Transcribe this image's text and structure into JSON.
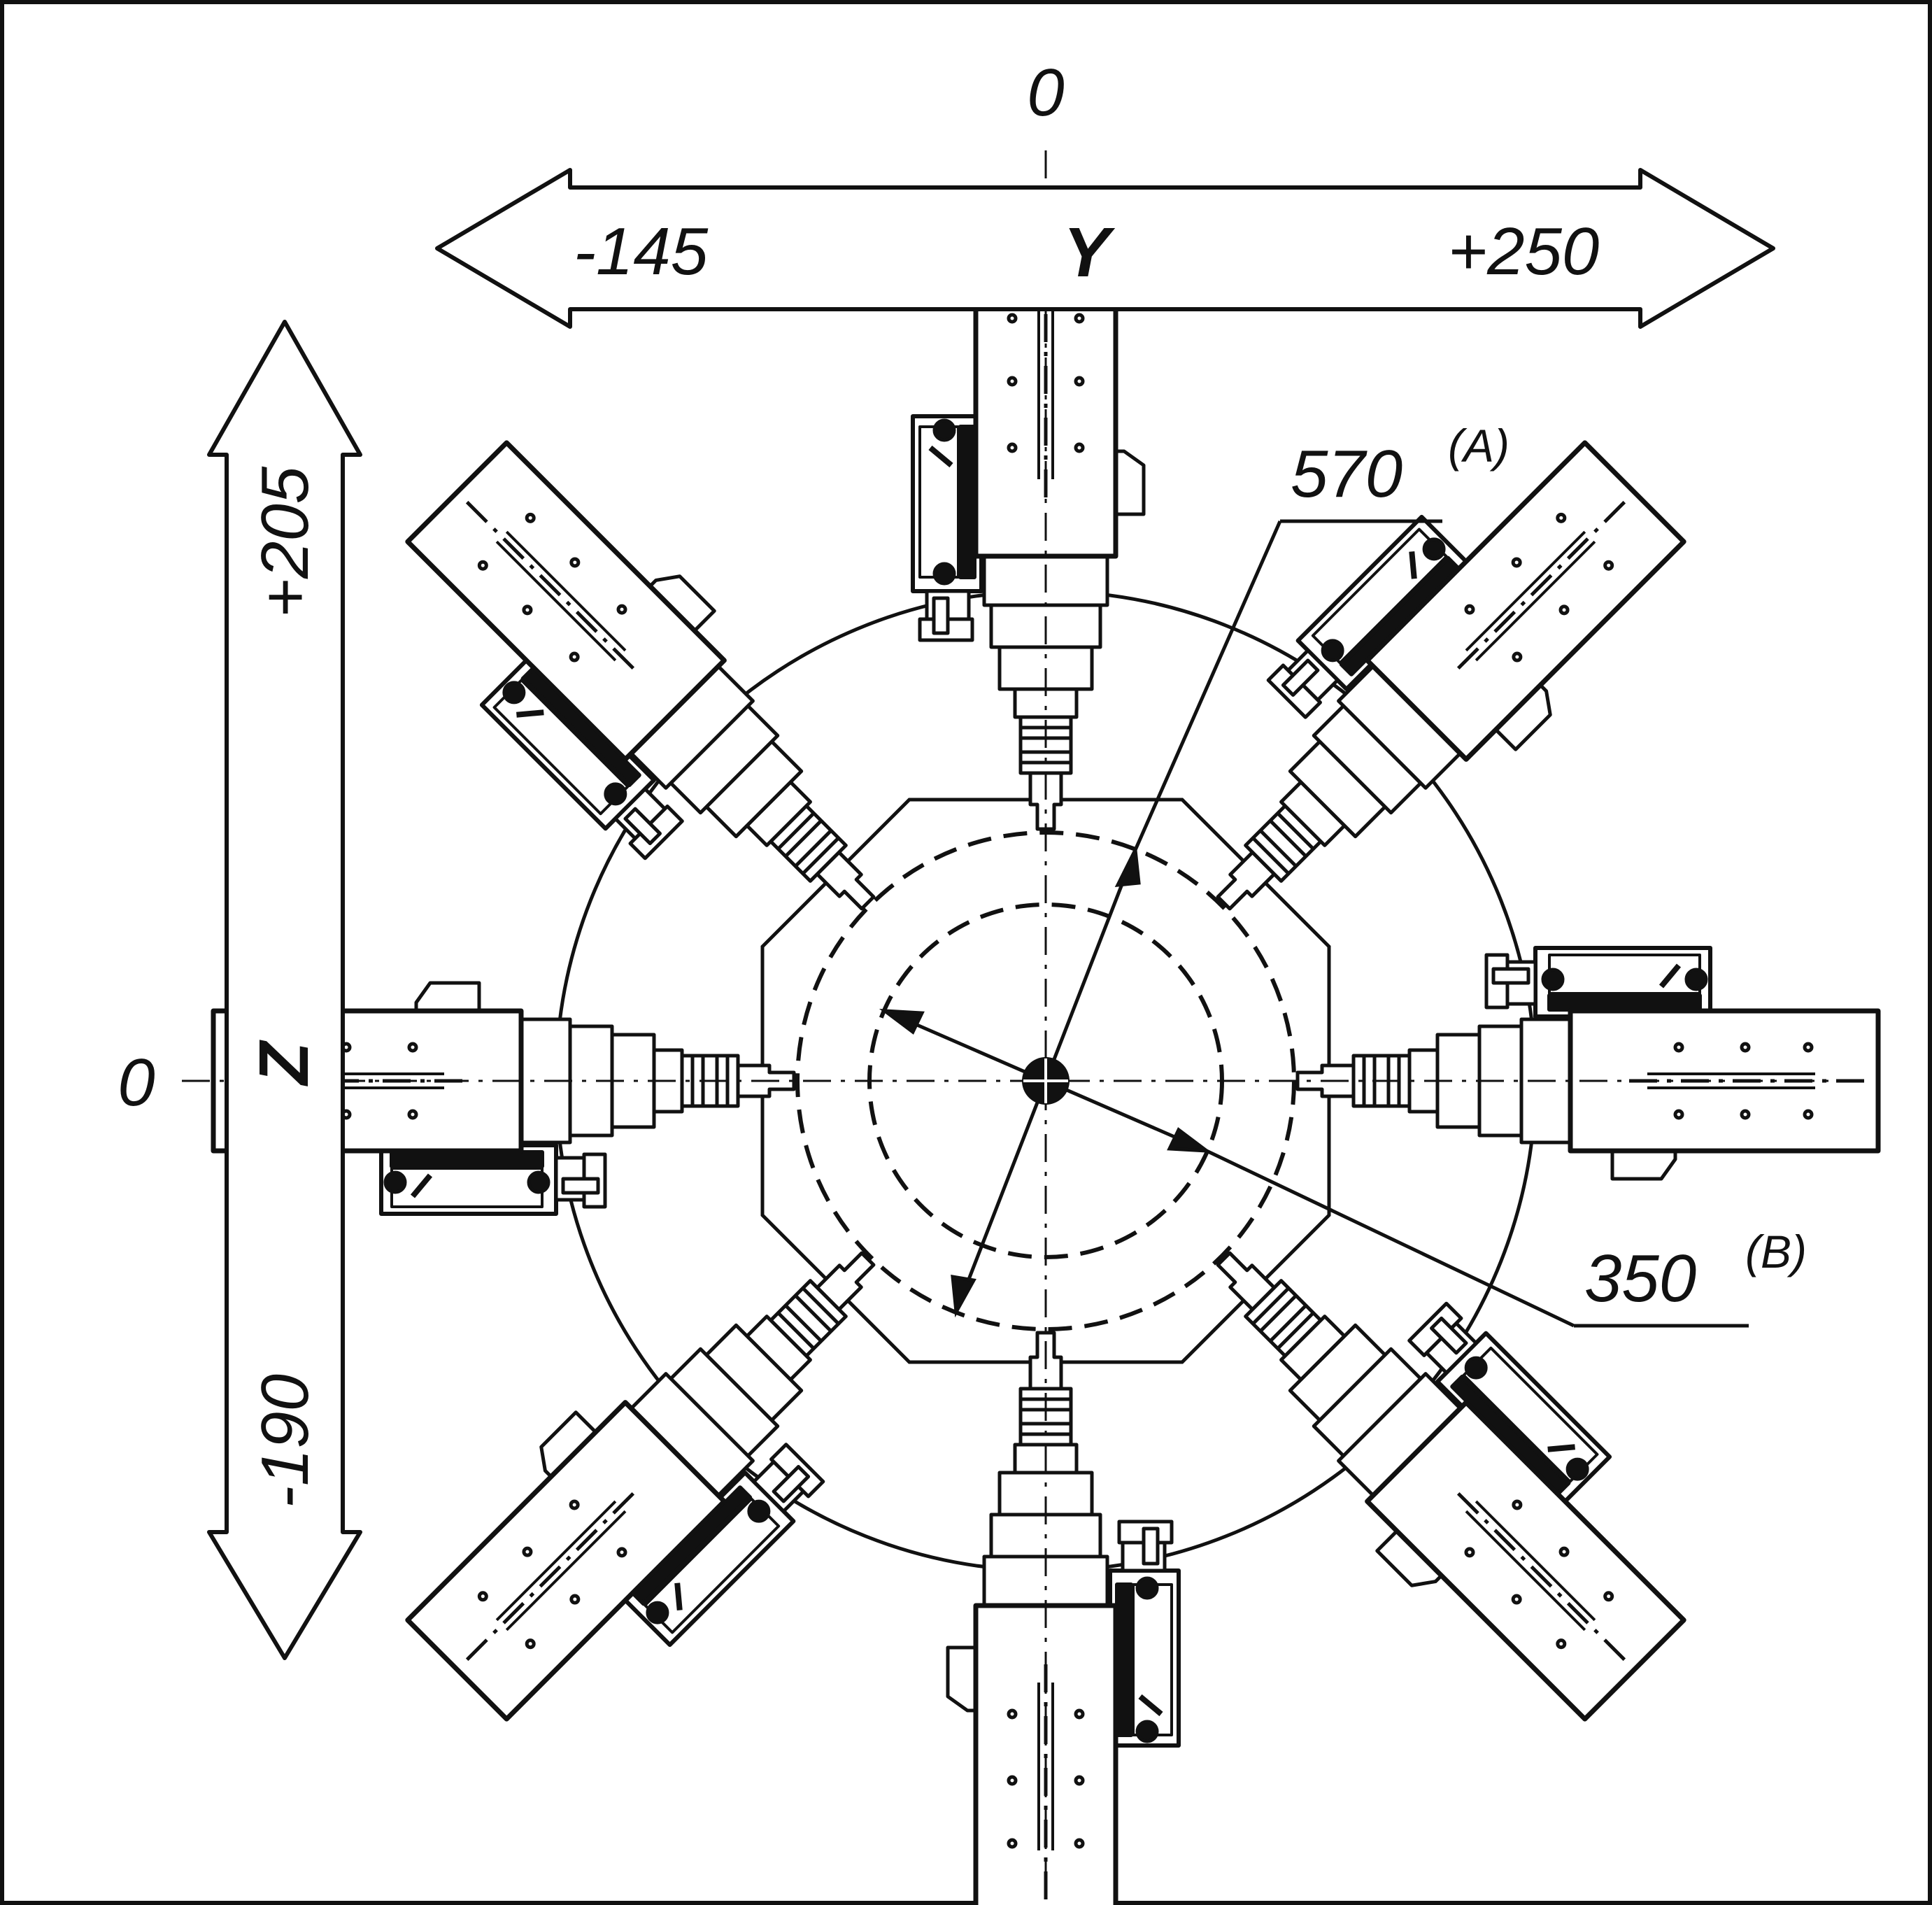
{
  "colors": {
    "stroke": "#111111",
    "background": "#ffffff"
  },
  "y_axis": {
    "name": "Y",
    "zero_label": "0",
    "min_label": "-145",
    "max_label": "+250"
  },
  "z_axis": {
    "name": "Z",
    "zero_label": "0",
    "max_label": "+205",
    "min_label": "-190"
  },
  "dimensions": {
    "outer_diameter": {
      "value": "570",
      "note": "(A)"
    },
    "inner_diameter": {
      "value": "350",
      "note": "(B)"
    }
  },
  "tool_stations": 8
}
